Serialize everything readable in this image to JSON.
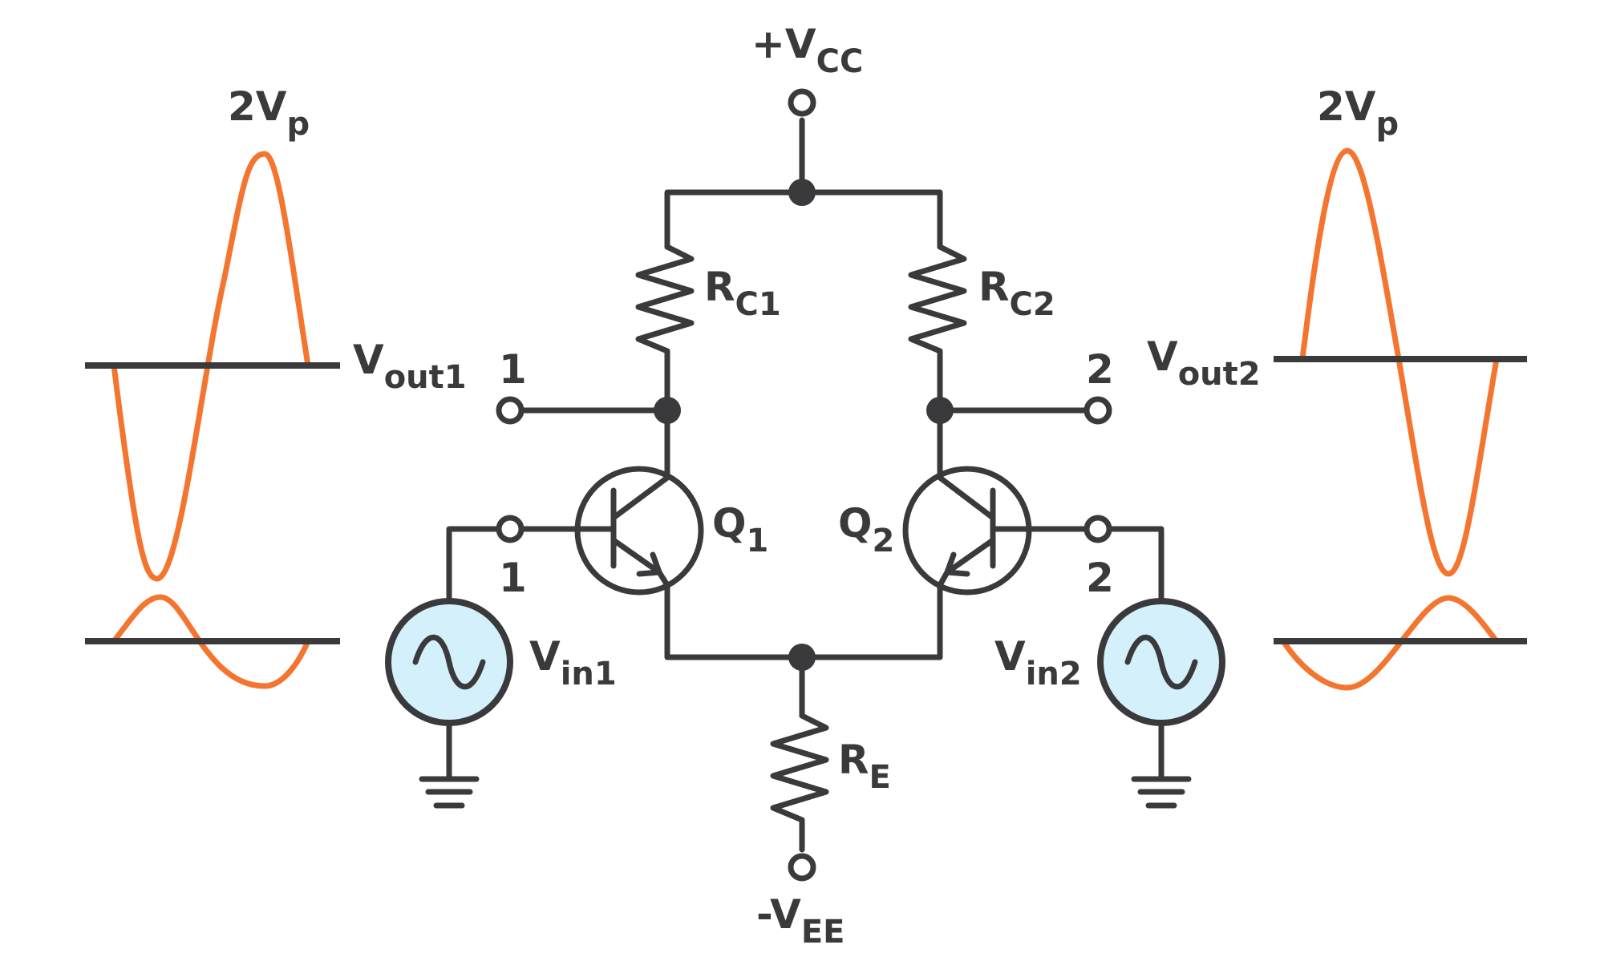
{
  "labels": {
    "vcc": {
      "main": "+V",
      "sub": "CC"
    },
    "vee": {
      "main": "-V",
      "sub": "EE"
    },
    "rc1": {
      "main": "R",
      "sub": "C1"
    },
    "rc2": {
      "main": "R",
      "sub": "C2"
    },
    "re": {
      "main": "R",
      "sub": "E"
    },
    "q1": {
      "main": "Q",
      "sub": "1"
    },
    "q2": {
      "main": "Q",
      "sub": "2"
    },
    "vin1": {
      "main": "V",
      "sub": "in1"
    },
    "vin2": {
      "main": "V",
      "sub": "in2"
    },
    "vout1": {
      "main": "V",
      "sub": "out1"
    },
    "vout2": {
      "main": "V",
      "sub": "out2"
    },
    "peak_left": {
      "main": "2V",
      "sub": "p"
    },
    "peak_right": {
      "main": "2V",
      "sub": "p"
    },
    "out_terminal_1": "1",
    "out_terminal_2": "2",
    "in_terminal_1": "1",
    "in_terminal_2": "2"
  },
  "colors": {
    "wire": "#3a3a3c",
    "waveform": "#f47530",
    "source_fill": "#d4f1fb"
  }
}
